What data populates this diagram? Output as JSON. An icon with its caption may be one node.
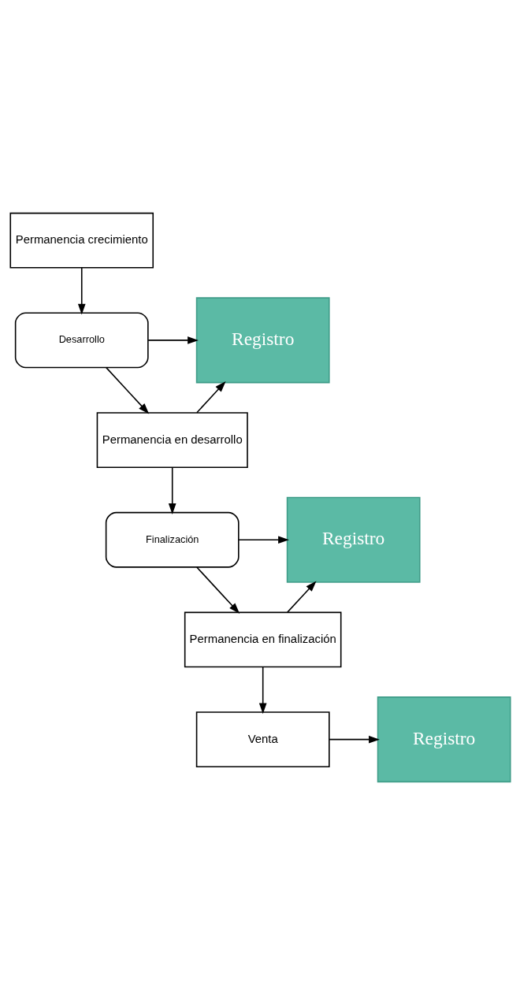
{
  "diagram": {
    "nodes": [
      {
        "text": [
          "Permanencia crecimiento"
        ]
      },
      {
        "text": [
          "Desarrollo"
        ]
      },
      {
        "text": [
          "Registro"
        ]
      },
      {
        "text": [
          "Permanencia en desarrollo"
        ]
      },
      {
        "text": [
          "Finalización"
        ]
      },
      {
        "text": [
          "Registro"
        ]
      },
      {
        "text": [
          "Permanencia en finalización"
        ]
      },
      {
        "text": [
          "Venta"
        ]
      },
      {
        "text": [
          "Registro"
        ]
      }
    ],
    "edges": [
      {
        "from": 0,
        "to": 1,
        "arrow": "to"
      },
      {
        "from": 1,
        "to": 2,
        "arrow": "to"
      },
      {
        "from": 1,
        "to": 3,
        "arrow": "to"
      },
      {
        "from": 3,
        "to": 2,
        "arrow": "to"
      },
      {
        "from": 3,
        "to": 4,
        "arrow": "to"
      },
      {
        "from": 4,
        "to": 5,
        "arrow": "to"
      },
      {
        "from": 4,
        "to": 6,
        "arrow": "to"
      },
      {
        "from": 6,
        "to": 5,
        "arrow": "to"
      },
      {
        "from": 6,
        "to": 7,
        "arrow": "to"
      },
      {
        "from": 7,
        "to": 8,
        "arrow": "to"
      }
    ]
  }
}
